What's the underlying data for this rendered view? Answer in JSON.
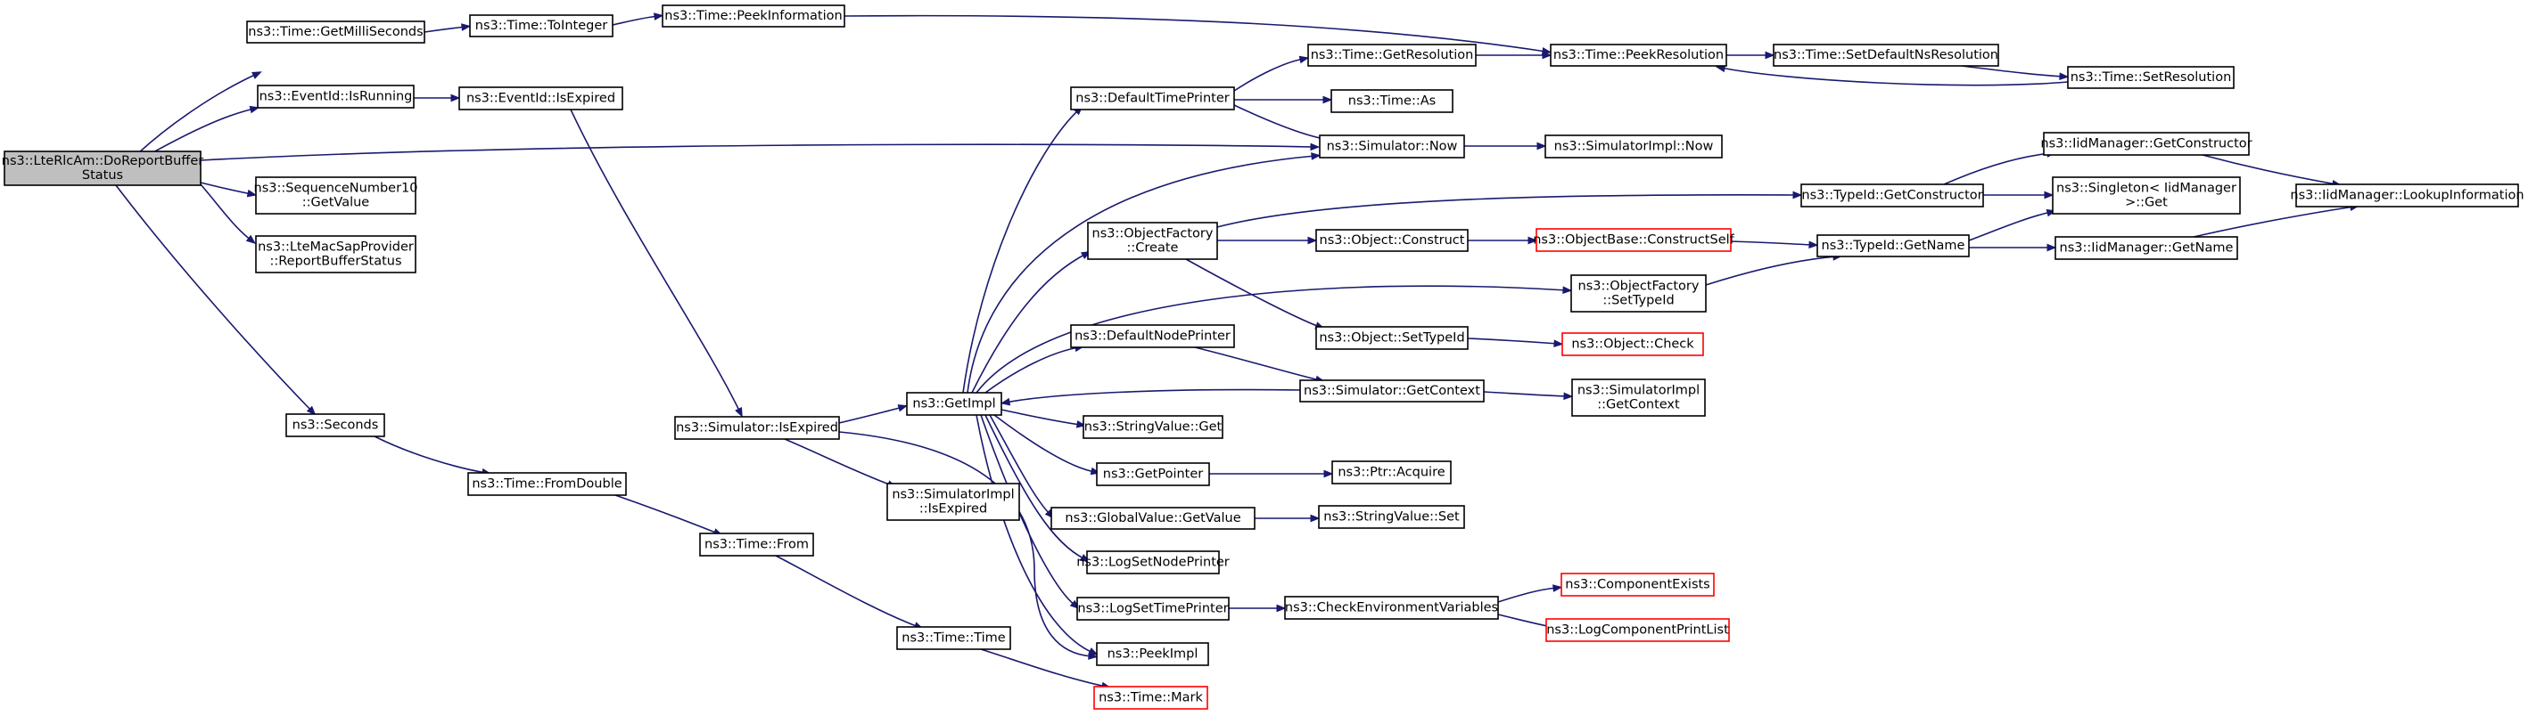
{
  "colors": {
    "edge": "#191970",
    "root_fill": "#bfbfbf",
    "node_border": "#000000",
    "truncated_border": "#ff0000",
    "background": "#ffffff"
  },
  "nodes": [
    {
      "id": "root",
      "lines": [
        "ns3::LteRlcAm::DoReportBuffer",
        "Status"
      ],
      "style": "root"
    },
    {
      "id": "getms",
      "lines": [
        "ns3::Time::GetMilliSeconds"
      ]
    },
    {
      "id": "toint",
      "lines": [
        "ns3::Time::ToInteger"
      ]
    },
    {
      "id": "peekinfo",
      "lines": [
        "ns3::Time::PeekInformation"
      ]
    },
    {
      "id": "peekres",
      "lines": [
        "ns3::Time::PeekResolution"
      ]
    },
    {
      "id": "setdefns",
      "lines": [
        "ns3::Time::SetDefaultNsResolution"
      ]
    },
    {
      "id": "setres",
      "lines": [
        "ns3::Time::SetResolution"
      ]
    },
    {
      "id": "isrunning",
      "lines": [
        "ns3::EventId::IsRunning"
      ]
    },
    {
      "id": "isexpired",
      "lines": [
        "ns3::EventId::IsExpired"
      ]
    },
    {
      "id": "seq10",
      "lines": [
        "ns3::SequenceNumber10",
        "::GetValue"
      ]
    },
    {
      "id": "macsap",
      "lines": [
        "ns3::LteMacSapProvider",
        "::ReportBufferStatus"
      ]
    },
    {
      "id": "seconds",
      "lines": [
        "ns3::Seconds"
      ]
    },
    {
      "id": "fromdouble",
      "lines": [
        "ns3::Time::FromDouble"
      ]
    },
    {
      "id": "from",
      "lines": [
        "ns3::Time::From"
      ]
    },
    {
      "id": "timetime",
      "lines": [
        "ns3::Time::Time"
      ]
    },
    {
      "id": "mark",
      "lines": [
        "ns3::Time::Mark"
      ],
      "style": "red"
    },
    {
      "id": "simisexp",
      "lines": [
        "ns3::Simulator::IsExpired"
      ]
    },
    {
      "id": "simimplisexp",
      "lines": [
        "ns3::SimulatorImpl",
        "::IsExpired"
      ]
    },
    {
      "id": "getimpl",
      "lines": [
        "ns3::GetImpl"
      ]
    },
    {
      "id": "deftimeprinter",
      "lines": [
        "ns3::DefaultTimePrinter"
      ]
    },
    {
      "id": "getresolution",
      "lines": [
        "ns3::Time::GetResolution"
      ]
    },
    {
      "id": "timeas",
      "lines": [
        "ns3::Time::As"
      ]
    },
    {
      "id": "simnow",
      "lines": [
        "ns3::Simulator::Now"
      ]
    },
    {
      "id": "simimplnow",
      "lines": [
        "ns3::SimulatorImpl::Now"
      ]
    },
    {
      "id": "ofcreate",
      "lines": [
        "ns3::ObjectFactory",
        "::Create"
      ]
    },
    {
      "id": "objconstruct",
      "lines": [
        "ns3::Object::Construct"
      ]
    },
    {
      "id": "constructself",
      "lines": [
        "ns3::ObjectBase::ConstructSelf"
      ],
      "style": "red"
    },
    {
      "id": "typeidgetname",
      "lines": [
        "ns3::TypeId::GetName"
      ]
    },
    {
      "id": "typeidgetctor",
      "lines": [
        "ns3::TypeId::GetConstructor"
      ]
    },
    {
      "id": "iidgetctor",
      "lines": [
        "ns3::IidManager::GetConstructor"
      ]
    },
    {
      "id": "singleton",
      "lines": [
        "ns3::Singleton< IidManager",
        " >::Get"
      ]
    },
    {
      "id": "iidlookup",
      "lines": [
        "ns3::IidManager::LookupInformation"
      ]
    },
    {
      "id": "iidgetname",
      "lines": [
        "ns3::IidManager::GetName"
      ]
    },
    {
      "id": "ofsettypeid",
      "lines": [
        "ns3::ObjectFactory",
        "::SetTypeId"
      ]
    },
    {
      "id": "objsettypeid",
      "lines": [
        "ns3::Object::SetTypeId"
      ]
    },
    {
      "id": "objcheck",
      "lines": [
        "ns3::Object::Check"
      ],
      "style": "red"
    },
    {
      "id": "defnodeprinter",
      "lines": [
        "ns3::DefaultNodePrinter"
      ]
    },
    {
      "id": "simgetcontext",
      "lines": [
        "ns3::Simulator::GetContext"
      ]
    },
    {
      "id": "simimplgetctx",
      "lines": [
        "ns3::SimulatorImpl",
        "::GetContext"
      ]
    },
    {
      "id": "strget",
      "lines": [
        "ns3::StringValue::Get"
      ]
    },
    {
      "id": "getpointer",
      "lines": [
        "ns3::GetPointer"
      ]
    },
    {
      "id": "ptracquire",
      "lines": [
        "ns3::Ptr::Acquire"
      ]
    },
    {
      "id": "gvgetvalue",
      "lines": [
        "ns3::GlobalValue::GetValue"
      ]
    },
    {
      "id": "strset",
      "lines": [
        "ns3::StringValue::Set"
      ]
    },
    {
      "id": "logsetnode",
      "lines": [
        "ns3::LogSetNodePrinter"
      ]
    },
    {
      "id": "logsettime",
      "lines": [
        "ns3::LogSetTimePrinter"
      ]
    },
    {
      "id": "checkenv",
      "lines": [
        "ns3::CheckEnvironmentVariables"
      ]
    },
    {
      "id": "compexists",
      "lines": [
        "ns3::ComponentExists"
      ],
      "style": "red"
    },
    {
      "id": "logcomplist",
      "lines": [
        "ns3::LogComponentPrintList"
      ],
      "style": "red"
    },
    {
      "id": "peekimpl",
      "lines": [
        "ns3::PeekImpl"
      ]
    }
  ],
  "edges": [
    [
      "root",
      "getms"
    ],
    [
      "root",
      "isrunning"
    ],
    [
      "root",
      "simnow"
    ],
    [
      "root",
      "seq10"
    ],
    [
      "root",
      "macsap"
    ],
    [
      "root",
      "seconds"
    ],
    [
      "getms",
      "toint"
    ],
    [
      "toint",
      "peekinfo"
    ],
    [
      "peekinfo",
      "peekres"
    ],
    [
      "peekres",
      "setdefns"
    ],
    [
      "setdefns",
      "setres"
    ],
    [
      "setres",
      "peekres"
    ],
    [
      "isrunning",
      "isexpired"
    ],
    [
      "isexpired",
      "simisexp"
    ],
    [
      "seconds",
      "fromdouble"
    ],
    [
      "fromdouble",
      "from"
    ],
    [
      "from",
      "timetime"
    ],
    [
      "timetime",
      "mark"
    ],
    [
      "simisexp",
      "getimpl"
    ],
    [
      "simisexp",
      "simimplisexp"
    ],
    [
      "simisexp",
      "peekimpl"
    ],
    [
      "getimpl",
      "deftimeprinter"
    ],
    [
      "getimpl",
      "simnow"
    ],
    [
      "getimpl",
      "ofcreate"
    ],
    [
      "getimpl",
      "ofsettypeid"
    ],
    [
      "getimpl",
      "defnodeprinter"
    ],
    [
      "getimpl",
      "strget"
    ],
    [
      "getimpl",
      "getpointer"
    ],
    [
      "getimpl",
      "gvgetvalue"
    ],
    [
      "getimpl",
      "logsetnode"
    ],
    [
      "getimpl",
      "logsettime"
    ],
    [
      "getimpl",
      "peekimpl"
    ],
    [
      "deftimeprinter",
      "getresolution"
    ],
    [
      "deftimeprinter",
      "timeas"
    ],
    [
      "deftimeprinter",
      "simnow"
    ],
    [
      "getresolution",
      "peekres"
    ],
    [
      "simnow",
      "simimplnow"
    ],
    [
      "ofcreate",
      "typeidgetctor"
    ],
    [
      "ofcreate",
      "objconstruct"
    ],
    [
      "ofcreate",
      "objsettypeid"
    ],
    [
      "objconstruct",
      "constructself"
    ],
    [
      "constructself",
      "typeidgetname"
    ],
    [
      "typeidgetctor",
      "iidgetctor"
    ],
    [
      "typeidgetctor",
      "singleton"
    ],
    [
      "iidgetctor",
      "iidlookup"
    ],
    [
      "typeidgetname",
      "singleton"
    ],
    [
      "typeidgetname",
      "iidgetname"
    ],
    [
      "iidgetname",
      "iidlookup"
    ],
    [
      "ofsettypeid",
      "typeidgetname"
    ],
    [
      "objsettypeid",
      "objcheck"
    ],
    [
      "defnodeprinter",
      "simgetcontext"
    ],
    [
      "simgetcontext",
      "getimpl"
    ],
    [
      "simgetcontext",
      "simimplgetctx"
    ],
    [
      "getpointer",
      "ptracquire"
    ],
    [
      "gvgetvalue",
      "strset"
    ],
    [
      "logsettime",
      "checkenv"
    ],
    [
      "checkenv",
      "compexists"
    ],
    [
      "checkenv",
      "logcomplist"
    ]
  ]
}
